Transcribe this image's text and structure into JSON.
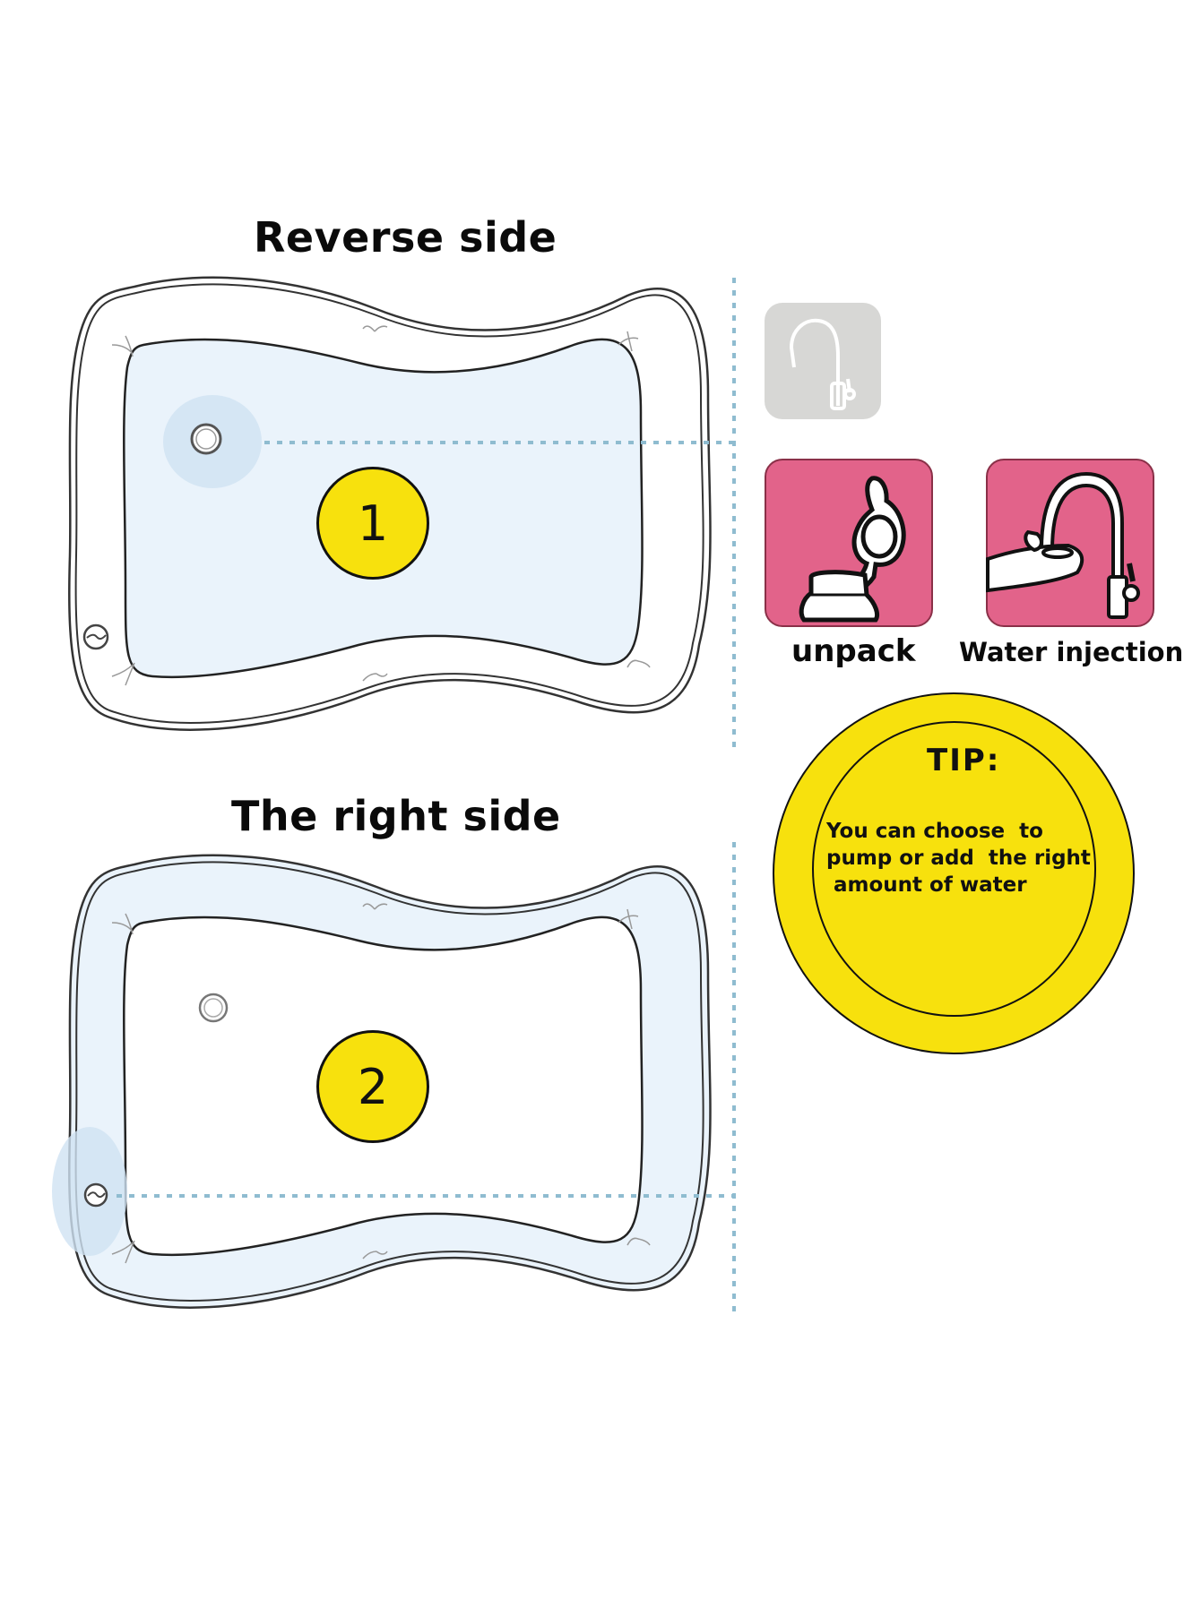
{
  "sections": {
    "reverse": {
      "heading": "Reverse side",
      "step_number": "1"
    },
    "right": {
      "heading": "The right side",
      "step_number": "2"
    }
  },
  "steps": {
    "faucet_hint": {
      "icon": "faucet-icon",
      "state": "inactive"
    },
    "unpack": {
      "label": "unpack",
      "icon": "bottle-cap-icon"
    },
    "water_injection": {
      "label": "Water injection",
      "icon": "faucet-fill-icon"
    }
  },
  "tip": {
    "title": "TIP:",
    "text": "You can choose  to\npump or add  the right\n amount of water"
  },
  "colors": {
    "yellow": "#f7e10d",
    "pink": "#e2638a",
    "gray_tile": "#d7d7d5",
    "water_blue": "#eaf3fb",
    "dash_blue": "#8fbcd0",
    "outline": "#333333"
  }
}
